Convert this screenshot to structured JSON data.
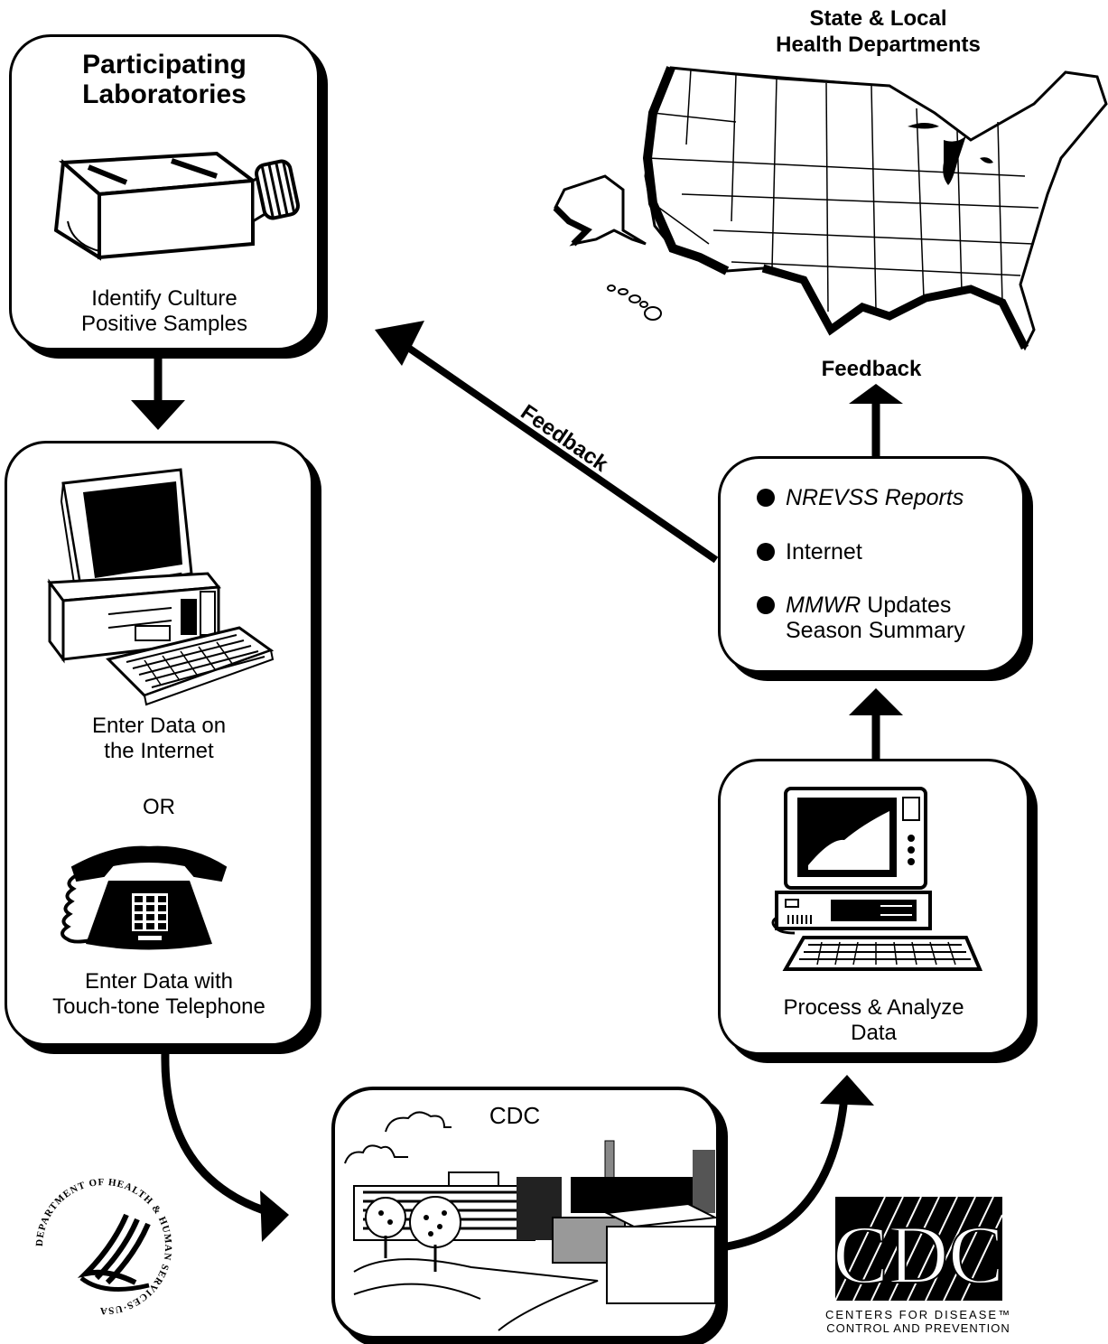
{
  "labs": {
    "title_line1": "Participating",
    "title_line2": "Laboratories",
    "caption_line1": "Identify Culture",
    "caption_line2": "Positive Samples"
  },
  "entry": {
    "internet_line1": "Enter Data on",
    "internet_line2": "the Internet",
    "or": "OR",
    "phone_line1": "Enter Data with",
    "phone_line2": "Touch-tone Telephone"
  },
  "reports": {
    "item1": "NREVSS Reports",
    "item2": "Internet",
    "item3_em": "MMWR",
    "item3_rest": " Updates",
    "item3_line2": "Season Summary"
  },
  "process": {
    "caption_line1": "Process & Analyze",
    "caption_line2": "Data"
  },
  "cdc_box": {
    "label": "CDC"
  },
  "state": {
    "line1": "State & Local",
    "line2": "Health Departments"
  },
  "feedback": {
    "up_label": "Feedback",
    "diagonal_label": "Feedback"
  },
  "hhs_seal": {
    "arc_text": "DEPARTMENT OF HEALTH & HUMAN SERVICES·USA"
  },
  "cdc_logo": {
    "letters": "CDC",
    "line1": "CENTERS FOR DISEASE™",
    "line2": "CONTROL AND PREVENTION"
  }
}
